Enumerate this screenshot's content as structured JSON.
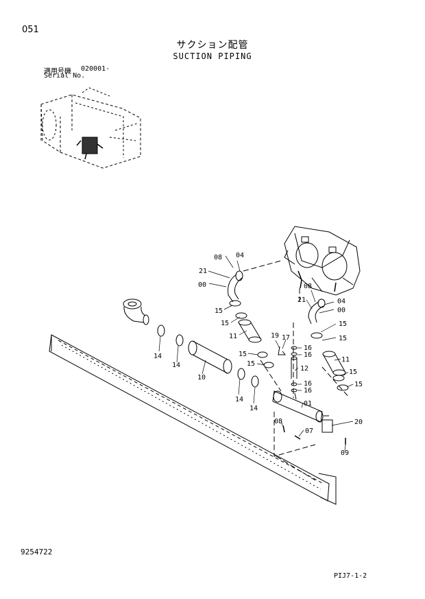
{
  "page_number": "051",
  "title_jp": "サクション配管",
  "title_en": "SUCTION PIPING",
  "serial": {
    "label_jp": "適用号機",
    "label_en": "Serial No.",
    "value": "020001-"
  },
  "document_number": "9254722",
  "sheet_ref": "PIJ7-1-2",
  "callouts": [
    "08",
    "04",
    "21",
    "00",
    "08",
    "04",
    "21",
    "00",
    "15",
    "15",
    "11",
    "15",
    "15",
    "11",
    "15",
    "15",
    "19",
    "17",
    "16",
    "16",
    "12",
    "16",
    "16",
    "14",
    "14",
    "10",
    "14",
    "14",
    "15",
    "15",
    "01",
    "08",
    "07",
    "20",
    "09"
  ]
}
